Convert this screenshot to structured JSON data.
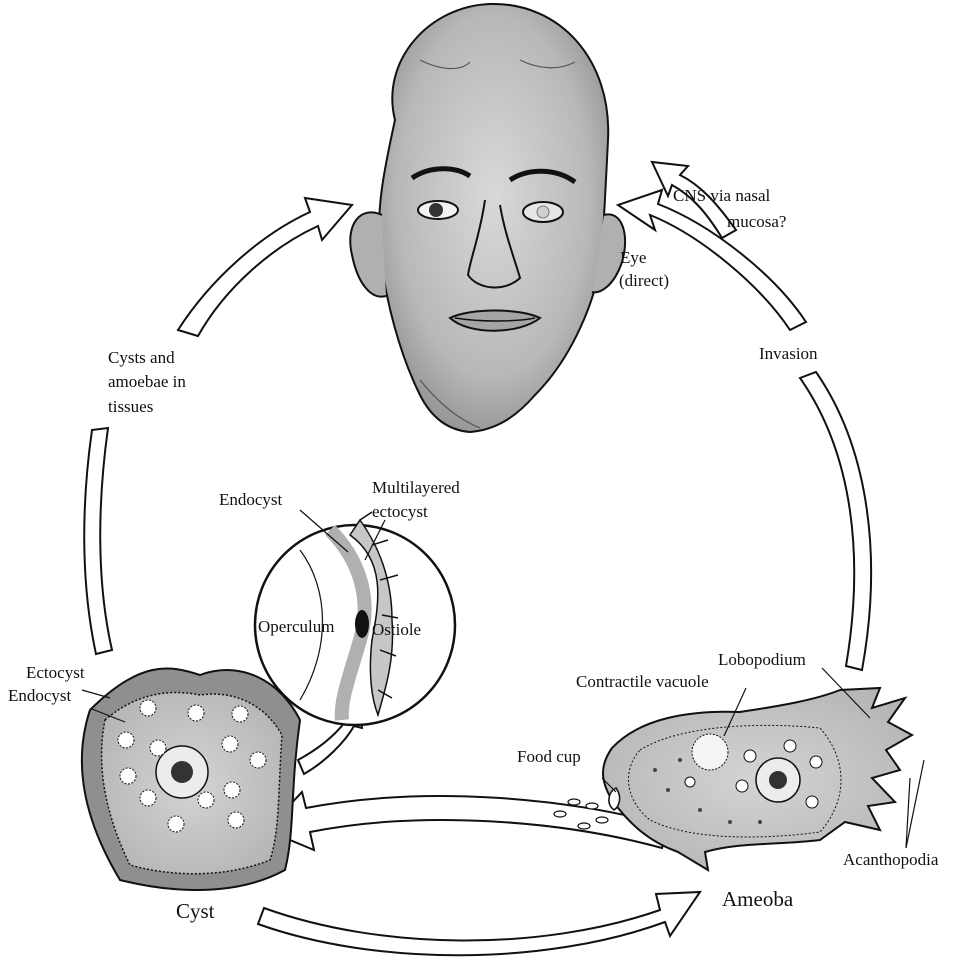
{
  "labels": {
    "cns_via_nasal_mucosa_1": "CNS via nasal",
    "cns_via_nasal_mucosa_2": "mucosa?",
    "eye_1": "Eye",
    "eye_2": "(direct)",
    "invasion": "Invasion",
    "cysts_tissues_1": "Cysts and",
    "cysts_tissues_2": "amoebae in",
    "cysts_tissues_3": "tissues",
    "endocyst_top": "Endocyst",
    "multilayered_1": "Multilayered",
    "multilayered_2": "ectocyst",
    "operculum": "Operculum",
    "ostiole": "Ostiole",
    "ectocyst": "Ectocyst",
    "endocyst_left": "Endocyst",
    "lobopodium": "Lobopodium",
    "contractile_vacuole": "Contractile vacuole",
    "food_cup": "Food cup",
    "acanthopodia": "Acanthopodia",
    "cyst": "Cyst",
    "ameoba": "Ameoba"
  },
  "colors": {
    "cell_fill": "#c9c9c9",
    "wall_dark": "#8a8a8a",
    "skin": "#bdbdbd",
    "arrow_fill": "#ffffff",
    "stroke": "#111111"
  }
}
